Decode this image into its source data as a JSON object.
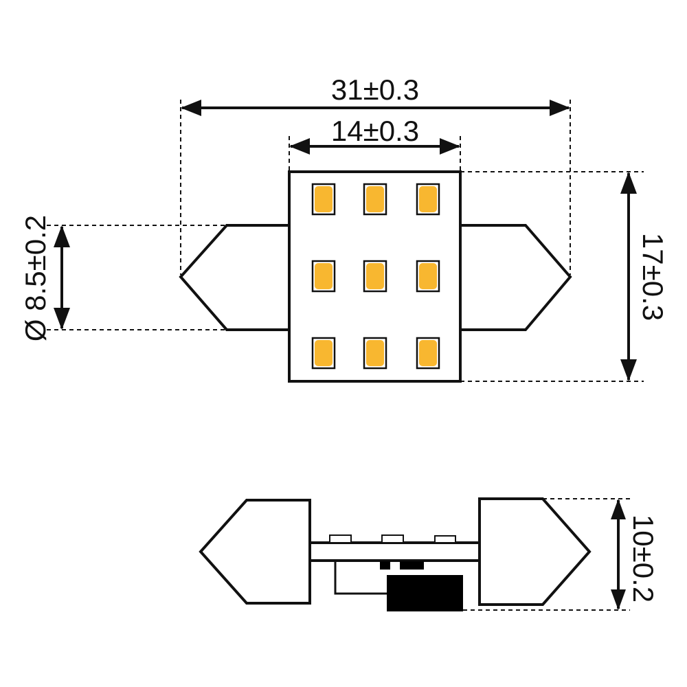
{
  "dimensions": {
    "overall_length": "31±0.3",
    "board_width": "14±0.3",
    "board_height": "17±0.3",
    "cap_diameter": "Ø 8.5±0.2",
    "side_height": "10±0.2"
  },
  "colors": {
    "led": "#F8B730",
    "line": "#111111"
  },
  "led_grid": {
    "rows": 3,
    "cols": 3
  }
}
